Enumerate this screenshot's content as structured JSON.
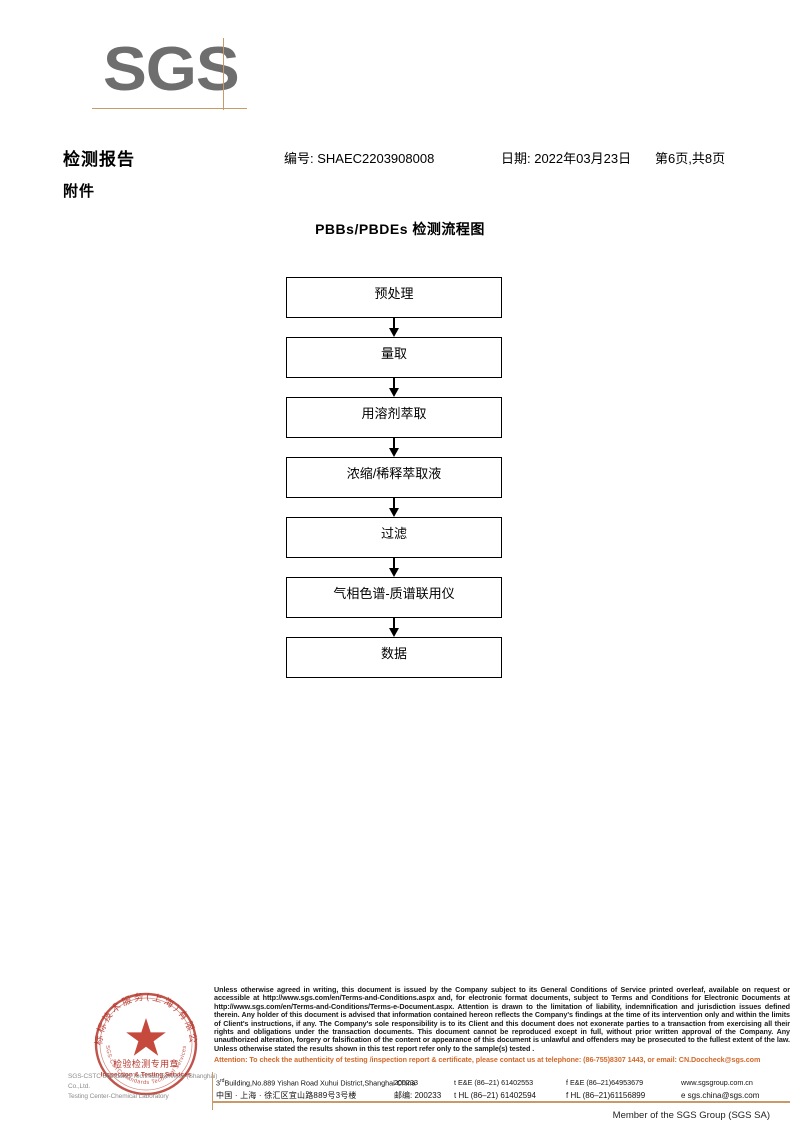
{
  "brand": {
    "logo_text": "SGS",
    "logo_color": "#6e6e6e",
    "rule_color": "#c89a6a",
    "accent_color": "#d2682a",
    "seal_color": "#c0392b"
  },
  "header": {
    "title": "检测报告",
    "attachment_label": "附件",
    "report_no": "编号: SHAEC2203908008",
    "date": "日期: 2022年03月23日",
    "page": "第6页,共8页"
  },
  "flowchart": {
    "title": "PBBs/PBDEs 检测流程图",
    "steps": [
      {
        "label": "预处理"
      },
      {
        "label": "量取"
      },
      {
        "label": "用溶剂萃取"
      },
      {
        "label": "浓缩/稀释萃取液"
      },
      {
        "label": "过滤"
      },
      {
        "label": "气相色谱-质谱联用仪"
      },
      {
        "label": "数据"
      }
    ]
  },
  "seal": {
    "outer_text_cn": "正标标技术服务(上海)有限公司",
    "outer_text_en": "SGS-CSTC Standards Technical Services",
    "center_cn": "检验检测专用章",
    "center_en": "Inspection & Testing Services",
    "company_line1": "SGS-CSTC Standards Technical Services (Shanghai) Co.,Ltd.",
    "company_line2": "Testing Center-Chemical Laboratory"
  },
  "footer": {
    "legal": "Unless otherwise agreed in writing, this document is issued by the Company subject to its General Conditions of Service printed overleaf, available on request or accessible at http://www.sgs.com/en/Terms-and-Conditions.aspx and, for electronic format documents, subject to Terms and Conditions for Electronic Documents at http://www.sgs.com/en/Terms-and-Conditions/Terms-e-Document.aspx. Attention is drawn to the limitation of liability, indemnification and jurisdiction issues defined therein. Any holder of this document is advised that information contained hereon reflects the Company's findings at the time of its intervention only and within the limits of Client's instructions, if any. The Company's sole responsibility is to its Client and this document does not exonerate parties to a transaction from exercising all their rights and obligations under the transaction documents. This document cannot be reproduced except in full, without prior written approval of the Company. Any unauthorized alteration, forgery or falsification of the content or appearance of this document is unlawful and offenders may be prosecuted to the fullest extent of the law. Unless otherwise stated the results shown in this test report refer only to the sample(s) tested .",
    "attention": "Attention: To check the authenticity of testing /inspection report & certificate, please contact us at telephone: (86-755)8307 1443, or email: CN.Doccheck@sgs.com",
    "address_en": "Building,No.889 Yishan Road Xuhui District,Shanghai China",
    "address_en_prefix": "3",
    "address_en_sup": "rd",
    "postcode_en": "200233",
    "address_cn": "中国 · 上海 · 徐汇区宜山路889号3号楼",
    "postcode_cn": "邮编: 200233",
    "tel_en_1": "t E&E (86–21) 61402553",
    "tel_en_2": "f E&E (86–21)64953679",
    "web": "www.sgsgroup.com.cn",
    "tel_cn_1": "t HL (86–21) 61402594",
    "tel_cn_2": "f HL (86–21)61156899",
    "email": "e  sgs.china@sgs.com",
    "member": "Member of the SGS Group (SGS SA)"
  }
}
